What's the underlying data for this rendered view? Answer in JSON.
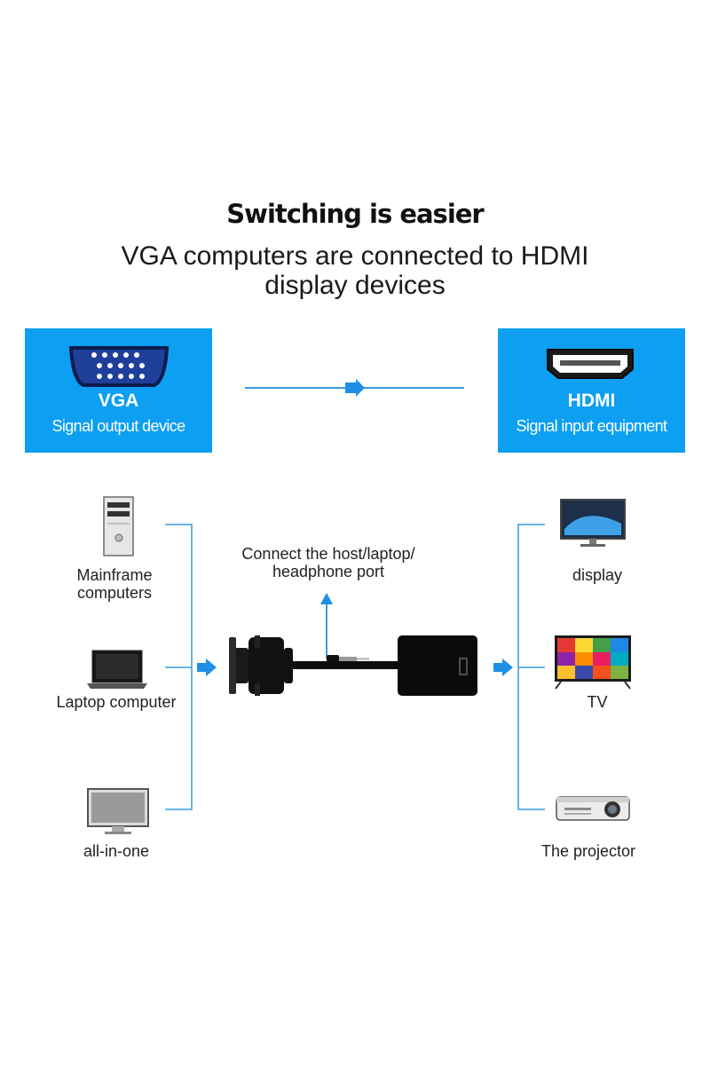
{
  "title": "Switching is easier",
  "subtitle_line1": "VGA computers are connected to HDMI",
  "subtitle_line2": "display devices",
  "left_box": {
    "name": "VGA",
    "desc": "Signal output device"
  },
  "right_box": {
    "name": "HDMI",
    "desc": "Signal input equipment"
  },
  "port_label_line1": "Connect the host/laptop/",
  "port_label_line2": "headphone port",
  "sources": [
    {
      "label_line1": "Mainframe",
      "label_line2": "computers"
    },
    {
      "label_line1": "Laptop computer"
    },
    {
      "label_line1": "all-in-one"
    }
  ],
  "outputs": [
    {
      "label": "display"
    },
    {
      "label": "TV"
    },
    {
      "label": "The projector"
    }
  ],
  "colors": {
    "accent_blue": "#0c9ff2",
    "line_blue": "#3a9be0",
    "arrow_blue": "#1e8fe6",
    "text_dark": "#1a1a1a"
  },
  "icons": [
    "vga-port-icon",
    "hdmi-port-icon",
    "tower-pc-icon",
    "laptop-icon",
    "all-in-one-icon",
    "monitor-icon",
    "tv-icon",
    "projector-icon",
    "adapter-cable-icon"
  ]
}
